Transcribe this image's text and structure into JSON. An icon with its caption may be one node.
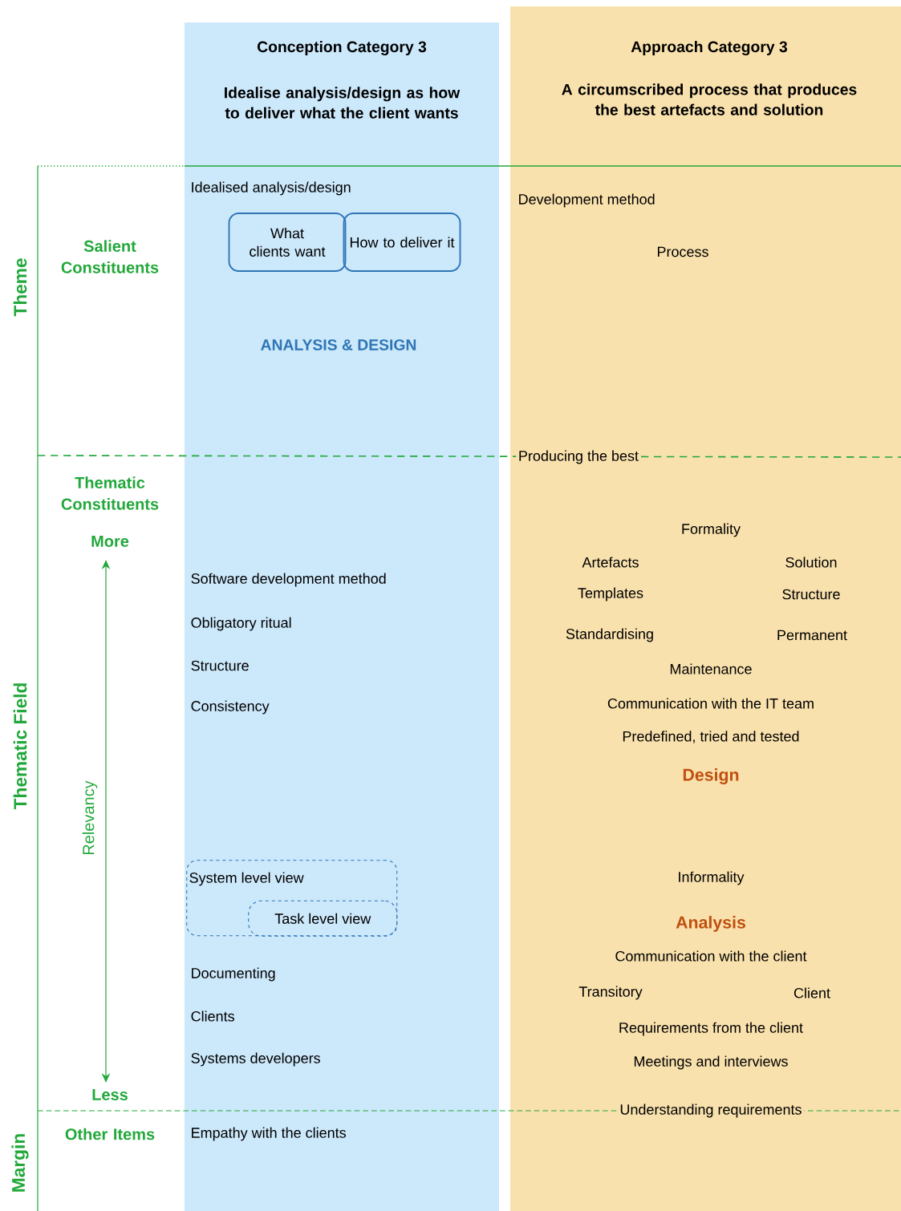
{
  "diagram": {
    "nodes": [
      {
        "text": [
          "Conception Category 3",
          "Idealise analysis/design as how to deliver what the client wants"
        ]
      },
      {
        "text": [
          "Approach Category 3",
          "A circumscribed process that produces the best artefacts and solution"
        ]
      },
      {
        "text": [
          "What clients want"
        ],
        "in": 0
      },
      {
        "text": [
          "How to deliver it"
        ],
        "in": 0
      },
      {
        "text": [
          "System level view"
        ],
        "in": 0
      },
      {
        "text": [
          "Task level view"
        ],
        "in": 4
      }
    ],
    "labels": [
      "Theme",
      "Salient Constituents",
      "Idealised analysis/design",
      "ANALYSIS & DESIGN",
      "Development method",
      "Process",
      "Producing the best",
      "Thematic Constituents",
      "More",
      "Formality",
      "Artefacts",
      "Solution",
      "Templates",
      "Structure",
      "Software development method",
      "Obligatory ritual",
      "Standardising",
      "Permanent",
      "Structure",
      "Maintenance",
      "Consistency",
      "Communication with the IT team",
      "Predefined, tried and tested",
      "Design",
      "Thematic Field",
      "Relevancy",
      "Informality",
      "Analysis",
      "Communication with the client",
      "Documenting",
      "Transitory",
      "Client",
      "Clients",
      "Requirements from the client",
      "Systems developers",
      "Meetings and interviews",
      "Less",
      "Understanding requirements",
      "Margin",
      "Other Items",
      "Empathy with the clients"
    ]
  }
}
